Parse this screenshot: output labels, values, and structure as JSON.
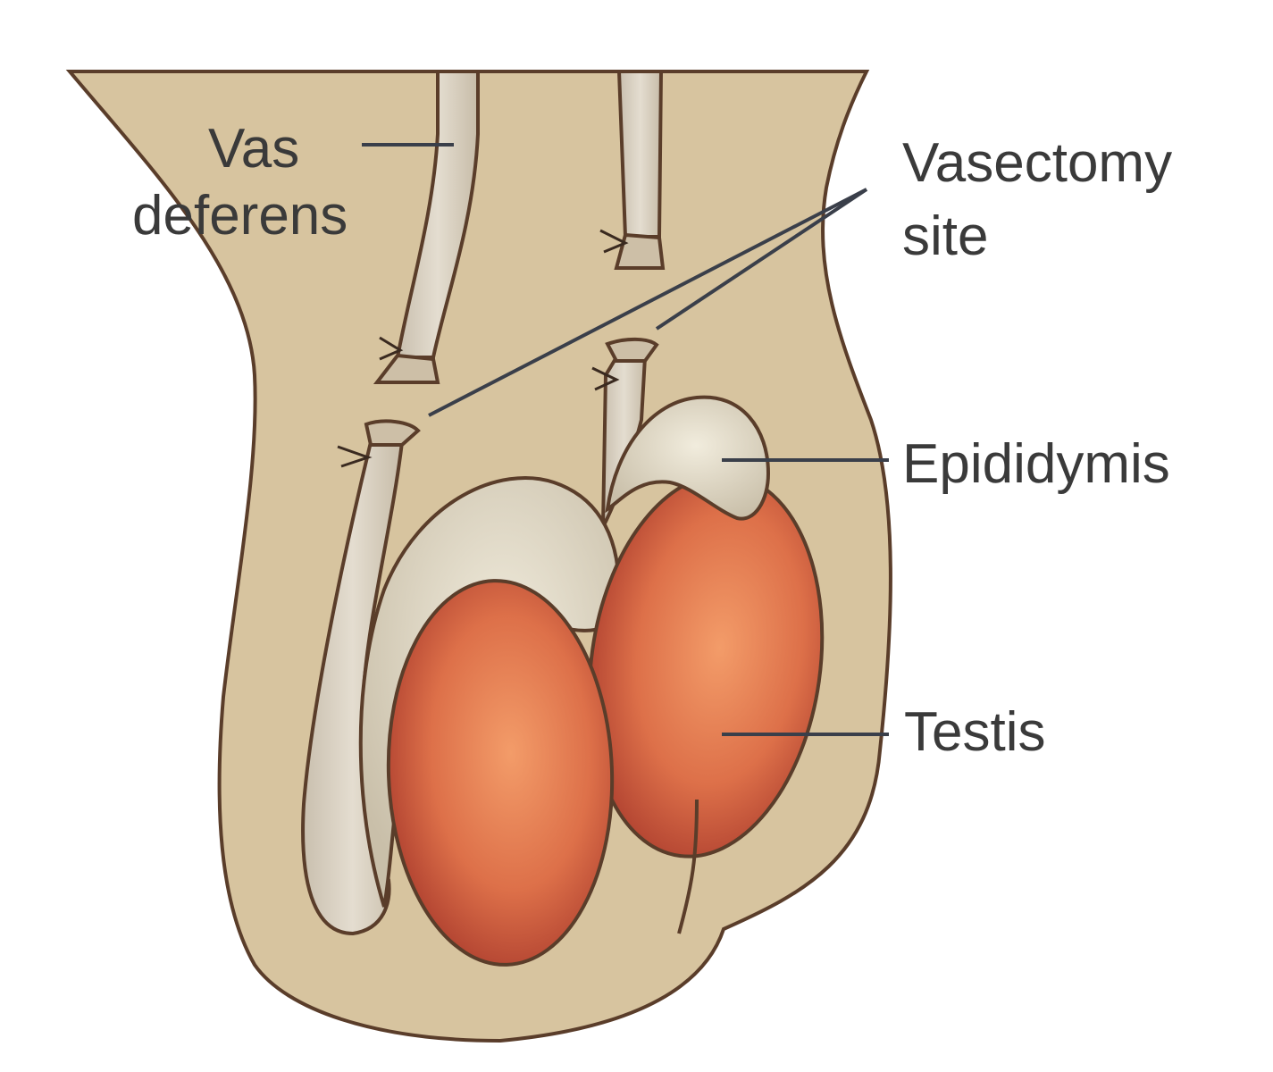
{
  "labels": {
    "vas_deferens": [
      "Vas",
      "deferens"
    ],
    "vasectomy_site": [
      "Vasectomy",
      "site"
    ],
    "epididymis": "Epididymis",
    "testis": "Testis"
  },
  "colors": {
    "background": "#ffffff",
    "skin": "#d7c49f",
    "skin_outline": "#5a3d2a",
    "duct": "#d8cfc0",
    "epididymis": "#e6dfcd",
    "testis_center": "#ef9a66",
    "testis_edge": "#a8392b",
    "leader_line": "#3a3f4a",
    "label_text": "#3a3a3a"
  }
}
